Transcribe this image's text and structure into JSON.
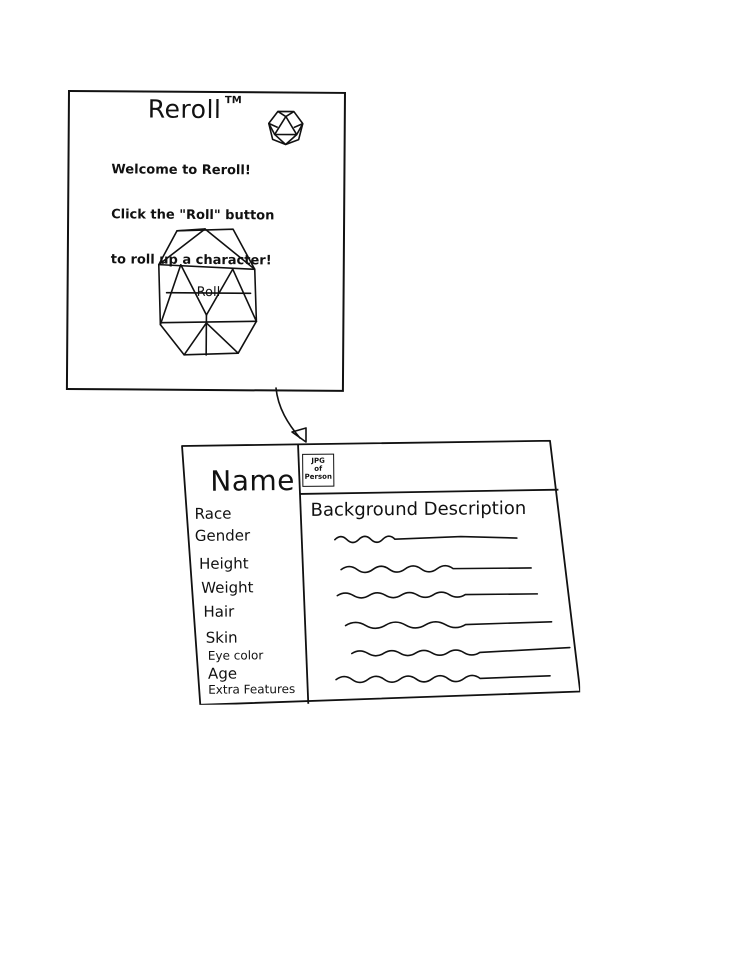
{
  "screen_1": {
    "title": "Reroll",
    "title_mark": "TM",
    "welcome_lines": [
      "Welcome to Reroll!",
      "Click the \"Roll\" button",
      "to roll up a character!"
    ],
    "roll_button_label": "Roll",
    "logo_icon": "d20-die-icon"
  },
  "screen_2": {
    "name_label": "Name",
    "portrait_placeholder": [
      "JPG",
      "of",
      "Person"
    ],
    "attributes": [
      "Race",
      "Gender",
      "Height",
      "Weight",
      "Hair",
      "Skin",
      "Eye color",
      "Age",
      "Extra Features"
    ],
    "background_heading": "Background Description"
  },
  "colors": {
    "ink": "#111111",
    "paper": "#ffffff"
  }
}
